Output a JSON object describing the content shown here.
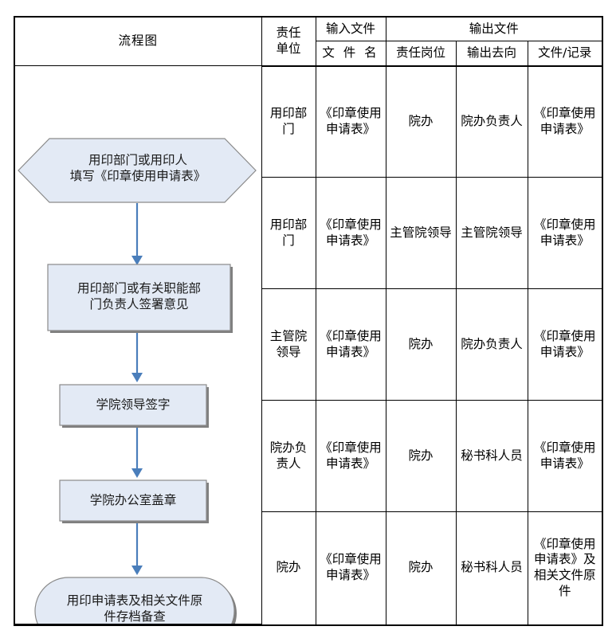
{
  "colors": {
    "shape_fill": "#e3eaf5",
    "shape_stroke": "#8a8a8a",
    "shape_shadow": "#7f7f7f",
    "arrow": "#4a7ebb",
    "grid_line": "#000000",
    "page_bg": "#ffffff",
    "text": "#1a1a1a"
  },
  "header": {
    "flow_title": "流程图",
    "col_unit": "责任\n单位",
    "col_unit_line1": "责任",
    "col_unit_line2": "单位",
    "col_input_group": "输入文件",
    "col_output_group": "输出文件",
    "col_filename": "文 件 名",
    "col_post": "责任岗位",
    "col_destination": "输出去向",
    "col_record": "文件/记录"
  },
  "flow": {
    "nodes": [
      {
        "id": "node-1",
        "shape": "hexagon",
        "text": "用印部门或用印人\n填写《印章使用申请表》"
      },
      {
        "id": "node-2",
        "shape": "rectangle",
        "text": "用印部门或有关职能部\n门负责人签署意见"
      },
      {
        "id": "node-3",
        "shape": "rectangle",
        "text": "学院领导签字"
      },
      {
        "id": "node-4",
        "shape": "rectangle",
        "text": "学院办公室盖章"
      },
      {
        "id": "node-5",
        "shape": "stadium",
        "text": "用印申请表及相关文件原\n件存档备查"
      }
    ],
    "connectors": [
      {
        "id": "arrow-1",
        "from": "node-1",
        "to": "node-2",
        "direction": "down"
      },
      {
        "id": "arrow-2",
        "from": "node-2",
        "to": "node-3",
        "direction": "down"
      },
      {
        "id": "arrow-3",
        "from": "node-3",
        "to": "node-4",
        "direction": "down"
      },
      {
        "id": "arrow-4",
        "from": "node-4",
        "to": "node-5",
        "direction": "down"
      }
    ]
  },
  "rows": [
    {
      "unit": "用印部门",
      "filename": "《印章使用申请表》",
      "post": "院办",
      "destination": "院办负责人",
      "record": "《印章使用申请表》"
    },
    {
      "unit": "用印部门",
      "filename": "《印章使用申请表》",
      "post": "主管院领导",
      "destination": "主管院领导",
      "record": "《印章使用申请表》"
    },
    {
      "unit": "主管院领导",
      "filename": "《印章使用申请表》",
      "post": "院办",
      "destination": "院办负责人",
      "record": "《印章使用申请表》"
    },
    {
      "unit": "院办负责人",
      "filename": "《印章使用申请表》",
      "post": "院办",
      "destination": "秘书科人员",
      "record": "《印章使用申请表》"
    },
    {
      "unit": "院办",
      "filename": "《印章使用申请表》",
      "post": "院办",
      "destination": "秘书科人员",
      "record": "《印章使用申请表》及相关文件原件"
    }
  ]
}
